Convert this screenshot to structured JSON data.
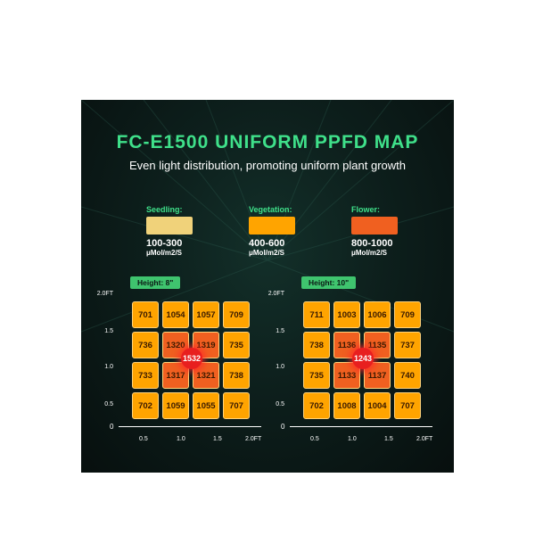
{
  "title": "FC-E1500 UNIFORM PPFD MAP",
  "subtitle": "Even light distribution, promoting uniform plant growth",
  "legend": [
    {
      "label": "Seedling:",
      "range": "100-300",
      "unit": "μMol/m2/S",
      "color": "#f0d27a"
    },
    {
      "label": "Vegetation:",
      "range": "400-600",
      "unit": "μMol/m2/S",
      "color": "#ffa400"
    },
    {
      "label": "Flower:",
      "range": "800-1000",
      "unit": "μMol/m2/S",
      "color": "#f06020"
    }
  ],
  "axis": {
    "y_ticks": [
      "2.0FT",
      "1.5",
      "1.0",
      "0.5"
    ],
    "x_ticks": [
      "0.5",
      "1.0",
      "1.5",
      "2.0FT"
    ],
    "origin": "0"
  },
  "maps": [
    {
      "height_label": "Height: 8\"",
      "center_value": "1532",
      "rows": [
        [
          "701",
          "1054",
          "1057",
          "709"
        ],
        [
          "736",
          "1320",
          "1319",
          "735"
        ],
        [
          "733",
          "1317",
          "1321",
          "738"
        ],
        [
          "702",
          "1059",
          "1055",
          "707"
        ]
      ]
    },
    {
      "height_label": "Height: 10\"",
      "center_value": "1243",
      "rows": [
        [
          "711",
          "1003",
          "1006",
          "709"
        ],
        [
          "738",
          "1136",
          "1135",
          "737"
        ],
        [
          "735",
          "1133",
          "1137",
          "740"
        ],
        [
          "702",
          "1008",
          "1004",
          "707"
        ]
      ]
    }
  ]
}
